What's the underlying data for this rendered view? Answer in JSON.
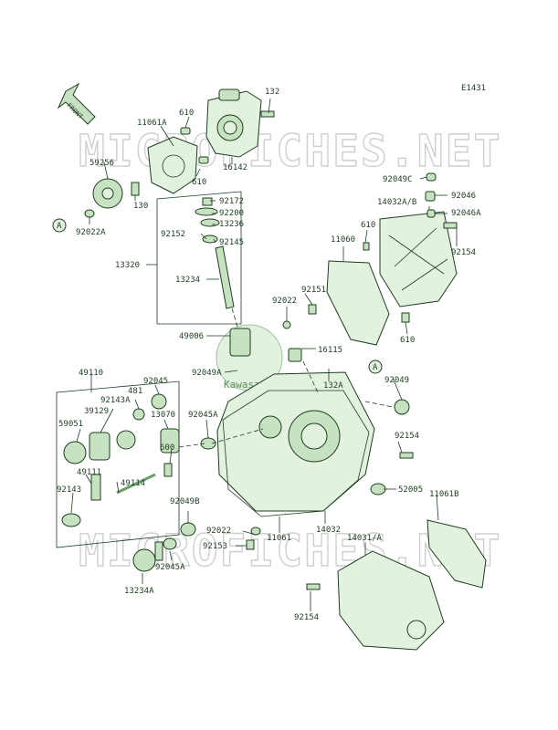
{
  "diagram_code": "E1431",
  "front_label": "FRONT",
  "watermark_text": "MICROFICHES.NET",
  "brand_logo_text": "Kawasaki",
  "ref_marker": "A",
  "part_labels": [
    {
      "id": "p132",
      "text": "132"
    },
    {
      "id": "p11061a",
      "text": "11061A"
    },
    {
      "id": "p610a",
      "text": "610"
    },
    {
      "id": "p16142",
      "text": "16142"
    },
    {
      "id": "p610b",
      "text": "610"
    },
    {
      "id": "p610c",
      "text": "610"
    },
    {
      "id": "p59256",
      "text": "59256"
    },
    {
      "id": "p130",
      "text": "130"
    },
    {
      "id": "p92022a",
      "text": "92022A"
    },
    {
      "id": "p92172",
      "text": "92172"
    },
    {
      "id": "p92200",
      "text": "92200"
    },
    {
      "id": "p13236",
      "text": "13236"
    },
    {
      "id": "p92152",
      "text": "92152"
    },
    {
      "id": "p92145",
      "text": "92145"
    },
    {
      "id": "p13320",
      "text": "13320"
    },
    {
      "id": "p13234",
      "text": "13234"
    },
    {
      "id": "p92049c",
      "text": "92049C"
    },
    {
      "id": "p92046",
      "text": "92046"
    },
    {
      "id": "p14032ab",
      "text": "14032A/B"
    },
    {
      "id": "p92046a",
      "text": "92046A"
    },
    {
      "id": "p11060",
      "text": "11060"
    },
    {
      "id": "p610d",
      "text": "610"
    },
    {
      "id": "p92154a",
      "text": "92154"
    },
    {
      "id": "p92151",
      "text": "92151"
    },
    {
      "id": "p92022b",
      "text": "92022"
    },
    {
      "id": "p610e",
      "text": "610"
    },
    {
      "id": "p49006",
      "text": "49006"
    },
    {
      "id": "p16115",
      "text": "16115"
    },
    {
      "id": "p92049a",
      "text": "92049A"
    },
    {
      "id": "p132a",
      "text": "132A"
    },
    {
      "id": "p92049",
      "text": "92049"
    },
    {
      "id": "p49110",
      "text": "49110"
    },
    {
      "id": "p92045",
      "text": "92045"
    },
    {
      "id": "p92143a",
      "text": "92143A"
    },
    {
      "id": "p481",
      "text": "481"
    },
    {
      "id": "p39129",
      "text": "39129"
    },
    {
      "id": "p59051",
      "text": "59051"
    },
    {
      "id": "p92045a_top",
      "text": "92045A"
    },
    {
      "id": "p13070",
      "text": "13070"
    },
    {
      "id": "p600",
      "text": "600"
    },
    {
      "id": "p92154b",
      "text": "92154"
    },
    {
      "id": "p49111",
      "text": "49111"
    },
    {
      "id": "p49114",
      "text": "49114"
    },
    {
      "id": "p92143",
      "text": "92143"
    },
    {
      "id": "p52005",
      "text": "52005"
    },
    {
      "id": "p92049b",
      "text": "92049B"
    },
    {
      "id": "p11061b",
      "text": "11061B"
    },
    {
      "id": "p14032",
      "text": "14032"
    },
    {
      "id": "p92022c",
      "text": "92022"
    },
    {
      "id": "p11061",
      "text": "11061"
    },
    {
      "id": "p14031a",
      "text": "14031/A"
    },
    {
      "id": "p92153",
      "text": "92153"
    },
    {
      "id": "p92045a_bot",
      "text": "92045A"
    },
    {
      "id": "p13234a",
      "text": "13234A"
    },
    {
      "id": "p92154c",
      "text": "92154"
    }
  ]
}
